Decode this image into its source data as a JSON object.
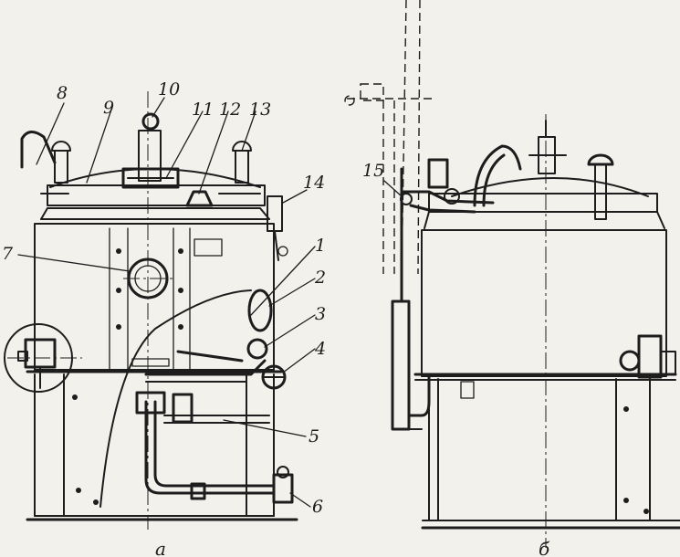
{
  "callouts": [
    "1",
    "2",
    "3",
    "4",
    "5",
    "6",
    "7",
    "8",
    "9",
    "10",
    "11",
    "12",
    "13",
    "14",
    "15"
  ],
  "views": {
    "left": "а",
    "right": "б"
  }
}
